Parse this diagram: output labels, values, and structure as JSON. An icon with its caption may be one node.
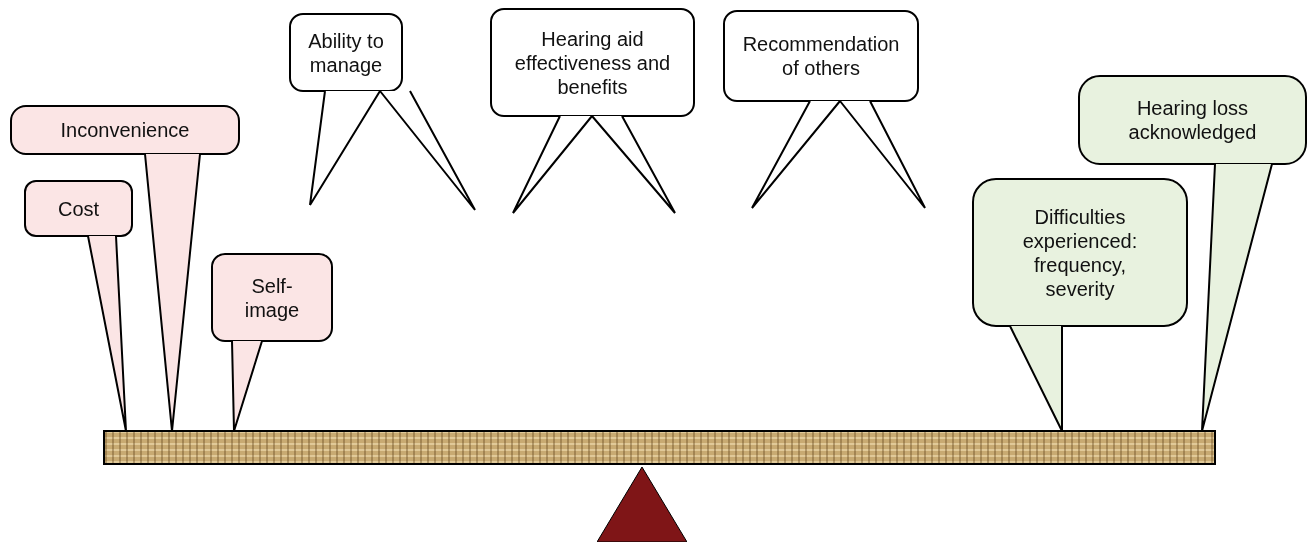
{
  "diagram": {
    "nodes": [
      {
        "text": [
          "Ability to manage"
        ]
      },
      {
        "text": [
          "Hearing aid effectiveness and benefits"
        ]
      },
      {
        "text": [
          "Recommendation of others"
        ]
      },
      {
        "text": [
          "Hearing loss acknowledged"
        ]
      },
      {
        "text": [
          "Inconvenience"
        ]
      },
      {
        "text": [
          "Cost"
        ]
      },
      {
        "text": [
          "Difficulties experienced: frequency, severity"
        ]
      },
      {
        "text": [
          "Self-image"
        ]
      },
      {
        "text": [],
        "shape": "bar"
      },
      {
        "text": [],
        "shape": "triangle"
      }
    ],
    "edges": [
      {
        "from": 0,
        "to": null,
        "arrow": "none"
      },
      {
        "from": 0,
        "to": null,
        "arrow": "none"
      },
      {
        "from": 1,
        "to": null,
        "arrow": "none"
      },
      {
        "from": 1,
        "to": null,
        "arrow": "none"
      },
      {
        "from": 2,
        "to": null,
        "arrow": "none"
      },
      {
        "from": 2,
        "to": null,
        "arrow": "none"
      },
      {
        "from": 3,
        "to": 8,
        "arrow": "none"
      },
      {
        "from": 4,
        "to": 8,
        "arrow": "none"
      },
      {
        "from": 5,
        "to": 8,
        "arrow": "none"
      },
      {
        "from": 6,
        "to": 8,
        "arrow": "none"
      },
      {
        "from": 7,
        "to": 8,
        "arrow": "none"
      }
    ]
  }
}
